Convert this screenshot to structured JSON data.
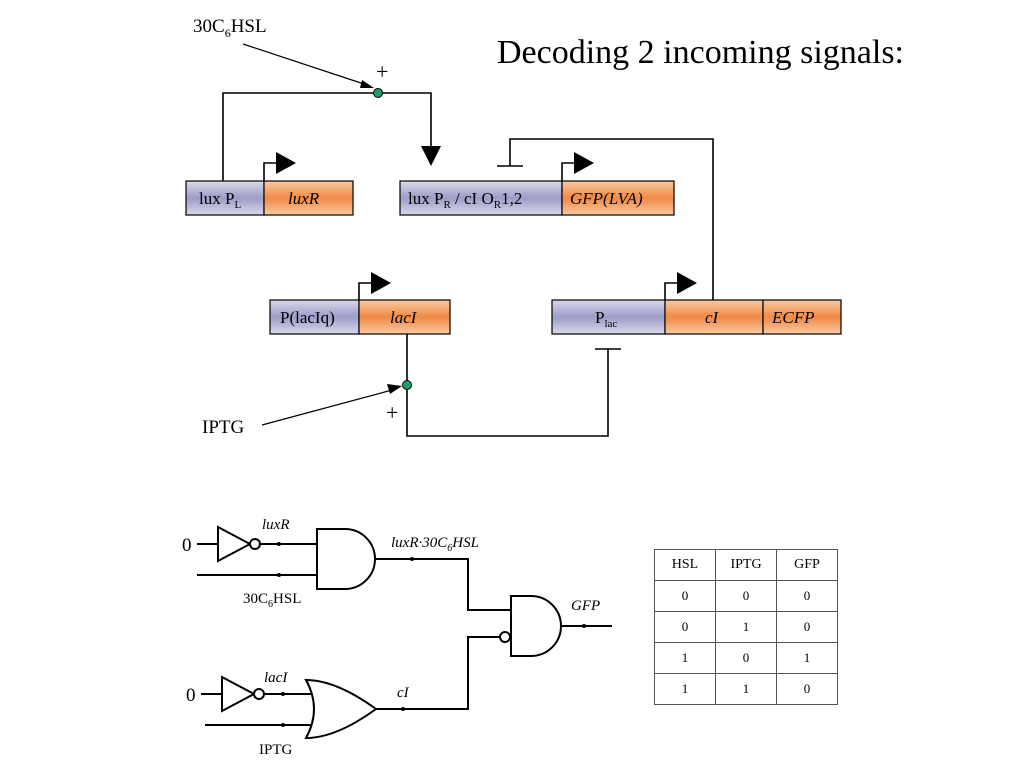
{
  "title": "Decoding 2 incoming signals:",
  "colors": {
    "promoter": "#b8b8d6",
    "gene": "#f2a267",
    "wire": "#000000",
    "junction": "#1f9e6a"
  },
  "genetic_circuit": {
    "inducer_top": "30C6HSL",
    "inducer_top_base": "30C",
    "inducer_top_sub": "6",
    "inducer_top_tail": "HSL",
    "plus_top": "+",
    "plus_bottom": "+",
    "inducer_bottom": "IPTG",
    "construct_1": {
      "promoter_base": "lux P",
      "promoter_sub": "L",
      "gene": "luxR"
    },
    "construct_2": {
      "promoter_base": "lux P",
      "promoter_sub": "R",
      "promoter_mid": " / cI O",
      "promoter_sub2": "R",
      "promoter_tail": "1,2",
      "gene": "GFP(LVA)"
    },
    "construct_3": {
      "promoter": "P(lacIq)",
      "gene": "lacI"
    },
    "construct_4": {
      "promoter_base": "P",
      "promoter_sub": "lac",
      "gene_1": "cI",
      "gene_2": "ECFP"
    }
  },
  "logic_circuit": {
    "input_top": "0",
    "input_bottom": "0",
    "label_luxR": "luxR",
    "label_hsl_base": "30C",
    "label_hsl_sub": "6",
    "label_hsl_tail": "HSL",
    "label_and_out_base": "luxR·30C",
    "label_and_out_sub": "6",
    "label_and_out_tail": "HSL",
    "label_gfp": "GFP",
    "label_lacI": "lacI",
    "label_cI": "cI",
    "label_iptg": "IPTG"
  },
  "truth_table": {
    "headers": [
      "HSL",
      "IPTG",
      "GFP"
    ],
    "rows": [
      [
        "0",
        "0",
        "0"
      ],
      [
        "0",
        "1",
        "0"
      ],
      [
        "1",
        "0",
        "1"
      ],
      [
        "1",
        "1",
        "0"
      ]
    ]
  }
}
